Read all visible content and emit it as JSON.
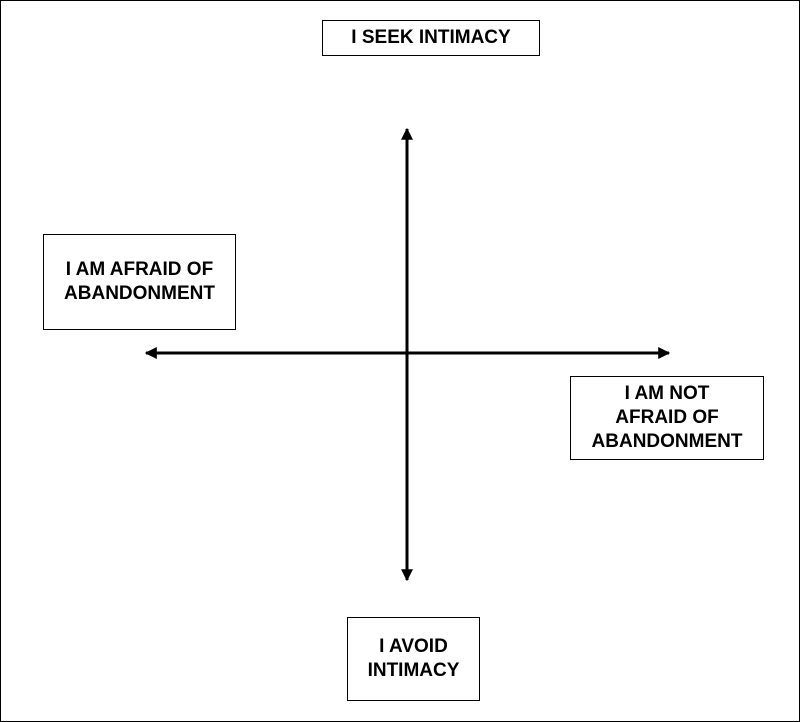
{
  "diagram": {
    "labels": {
      "top": {
        "lines": [
          "I SEEK INTIMACY"
        ]
      },
      "left": {
        "lines": [
          "I AM AFRAID OF",
          "ABANDONMENT"
        ]
      },
      "right": {
        "lines": [
          "I AM NOT",
          "AFRAID OF",
          "ABANDONMENT"
        ]
      },
      "bottom": {
        "lines": [
          "I AVOID",
          "INTIMACY"
        ]
      }
    },
    "colors": {
      "line": "#000000",
      "background": "#ffffff",
      "text": "#000000"
    }
  }
}
